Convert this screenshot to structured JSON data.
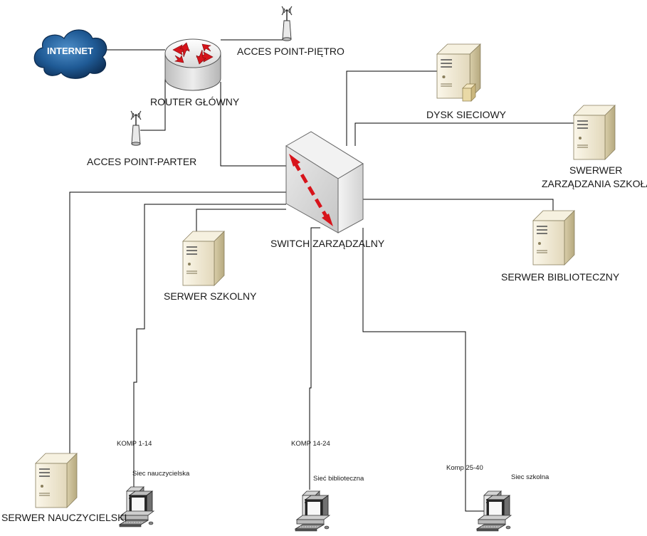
{
  "nodes": {
    "internet": {
      "label": "INTERNET"
    },
    "router": {
      "label": "ROUTER GŁÓWNY"
    },
    "ap_pietro": {
      "label": "ACCES POINT-PIĘTRO"
    },
    "ap_parter": {
      "label": "ACCES POINT-PARTER"
    },
    "switch": {
      "label": "SWITCH ZARZĄDZALNY"
    },
    "dysk": {
      "label": "DYSK SIECIOWY"
    },
    "swerwer": {
      "label_line1": "SWERWER",
      "label_line2": "ZARZĄDZANIA SZKOŁA"
    },
    "biblio_server": {
      "label": "SERWER BIBLIOTECZNY"
    },
    "szkolny_server": {
      "label": "SERWER SZKOLNY"
    },
    "nauczyciel_server": {
      "label": "SERWER NAUCZYCIELSKI"
    },
    "komp1": {
      "range": "KOMP 1-14",
      "network": "Siec nauczycielska"
    },
    "komp2": {
      "range": "KOMP 14-24",
      "network": "Sieć biblioteczna"
    },
    "komp3": {
      "range": "Komp 25-40",
      "network": "Siec szkolna"
    }
  },
  "colors": {
    "line": "#000000",
    "cloud": "#1d4f86",
    "arrow": "#d9141b",
    "server_body": "#f1ead6",
    "server_side": "#c9bd98"
  }
}
